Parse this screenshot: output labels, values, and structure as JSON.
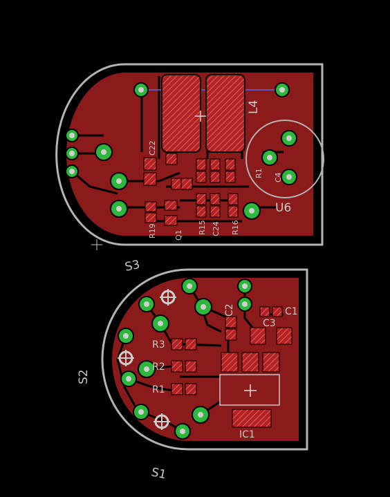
{
  "colors": {
    "background": "#000000",
    "copper": "#8b1a1a",
    "pad_fill": "#b22222",
    "via_ring": "#2db83d",
    "via_center": "#d0d0d0",
    "outline": "#b4b4b4",
    "silkscreen": "#c8c8c8",
    "airwire": "#5555cc"
  },
  "top_board": {
    "labels": {
      "inductor": "L4",
      "ic": "U6",
      "cap_top": "C22",
      "r_bottom_left": "R19",
      "transistor": "Q1",
      "r15": "R15",
      "c24": "C24",
      "r16": "R16",
      "side_label": "S3",
      "small_a": "R1",
      "small_b": "C4"
    }
  },
  "bottom_board": {
    "labels": {
      "r3": "R3",
      "r2": "R2",
      "r1": "R1",
      "c2": "C2",
      "c1": "C1",
      "c3": "C3",
      "ic1": "IC1",
      "side_s2": "S2",
      "side_s1": "S1"
    }
  }
}
